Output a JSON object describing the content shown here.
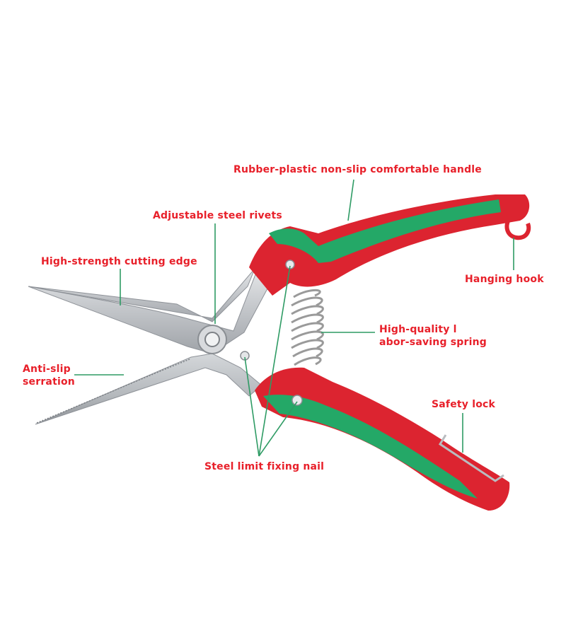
{
  "colors": {
    "label_text": "#e8202a",
    "leader_line": "#2e9b64",
    "handle_red": "#dc2430",
    "handle_green": "#24a867",
    "blade_steel": "#c9ccd0",
    "spring": "#9a9a9a"
  },
  "labels": {
    "handle": "Rubber-plastic non-slip comfortable handle",
    "rivets": "Adjustable steel rivets",
    "cutting_edge": "High-strength cutting edge",
    "hanging_hook": "Hanging hook",
    "spring_line1": "High-quality l",
    "spring_line2": "abor-saving spring",
    "serration_line1": "Anti-slip",
    "serration_line2": "serration",
    "safety_lock": "Safety lock",
    "limit_nail": "Steel limit fixing nail"
  }
}
